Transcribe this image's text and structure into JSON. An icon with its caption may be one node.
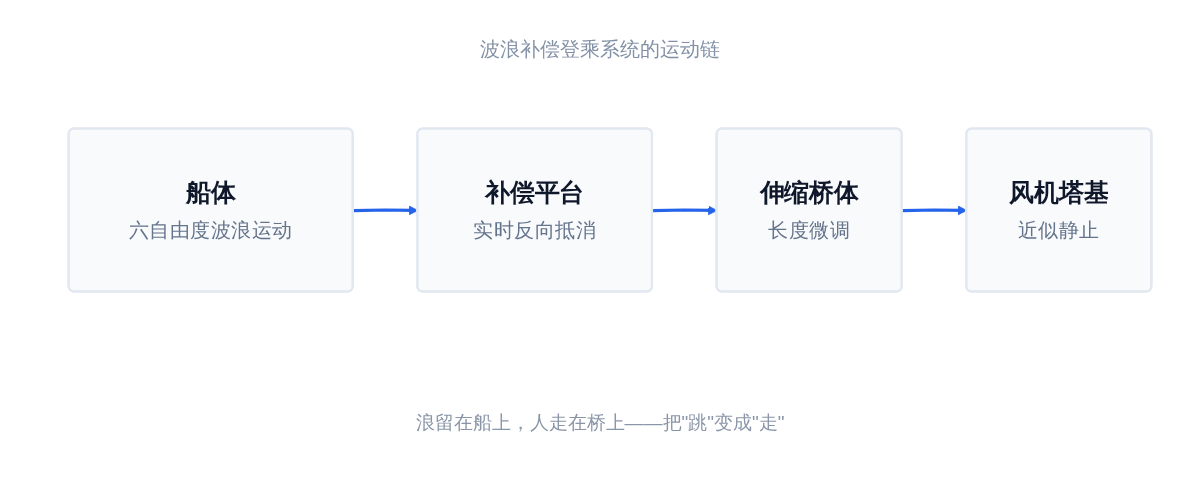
{
  "diagram": {
    "title": "波浪补偿登乘系统的运动链",
    "caption": "浪留在船上，人走在桥上——把\"跳\"变成\"走\"",
    "nodes": [
      {
        "text": [
          "船体",
          "六自由度波浪运动"
        ]
      },
      {
        "text": [
          "补偿平台",
          "实时反向抵消"
        ]
      },
      {
        "text": [
          "伸缩桥体",
          "长度微调"
        ]
      },
      {
        "text": [
          "风机塔基",
          "近似静止"
        ]
      }
    ],
    "edges": [
      {
        "from": 0,
        "to": 1,
        "arrow": "to"
      },
      {
        "from": 1,
        "to": 2,
        "arrow": "to"
      },
      {
        "from": 2,
        "to": 3,
        "arrow": "to"
      }
    ]
  }
}
